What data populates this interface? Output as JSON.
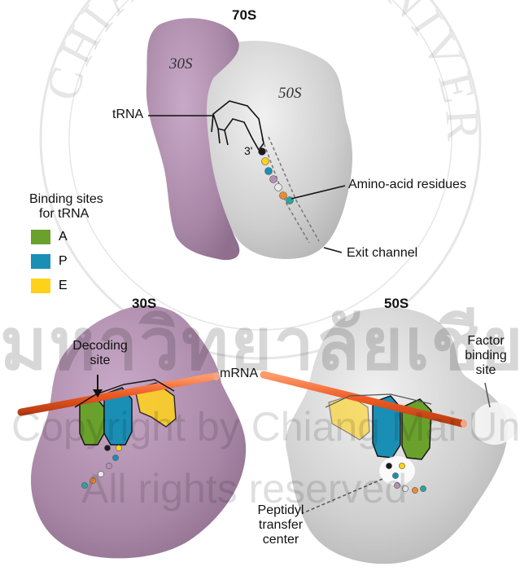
{
  "watermark": {
    "seal_text": "CHIANG MAI UNIVERSITY",
    "line1": "มหาวิทยาลัยเชียงใหม่",
    "line2": "Copyright by Chiang Mai University",
    "line3": "All rights reserved"
  },
  "top_panel": {
    "title": "70S",
    "subunit_small": "30S",
    "subunit_large": "50S",
    "trna_label": "tRNA",
    "three_prime": "3'",
    "amino_label": "Amino-acid residues",
    "exit_label": "Exit channel"
  },
  "legend": {
    "heading_line1": "Binding sites",
    "heading_line2": "for tRNA",
    "items": [
      {
        "label": "A",
        "color": "#6aa12c"
      },
      {
        "label": "P",
        "color": "#1a8fb5"
      },
      {
        "label": "E",
        "color": "#ffd21a"
      }
    ]
  },
  "left_panel": {
    "title": "30S",
    "decoding_line1": "Decoding",
    "decoding_line2": "site",
    "mrna_label": "mRNA"
  },
  "right_panel": {
    "title": "50S",
    "factor_line1": "Factor",
    "factor_line2": "binding",
    "factor_line3": "site",
    "peptidyl_line1": "Peptidyl",
    "peptidyl_line2": "transfer",
    "peptidyl_line3": "center"
  },
  "colors": {
    "subunit_30s": "#b58fb3",
    "subunit_50s": "#d6d6d6",
    "mrna": "#ee5a24",
    "bead_colors": [
      "#1a1a1a",
      "#ffd21a",
      "#1a8fb5",
      "#b58fb3",
      "#e7e7e7",
      "#ee8a2c",
      "#2aa59b"
    ]
  }
}
